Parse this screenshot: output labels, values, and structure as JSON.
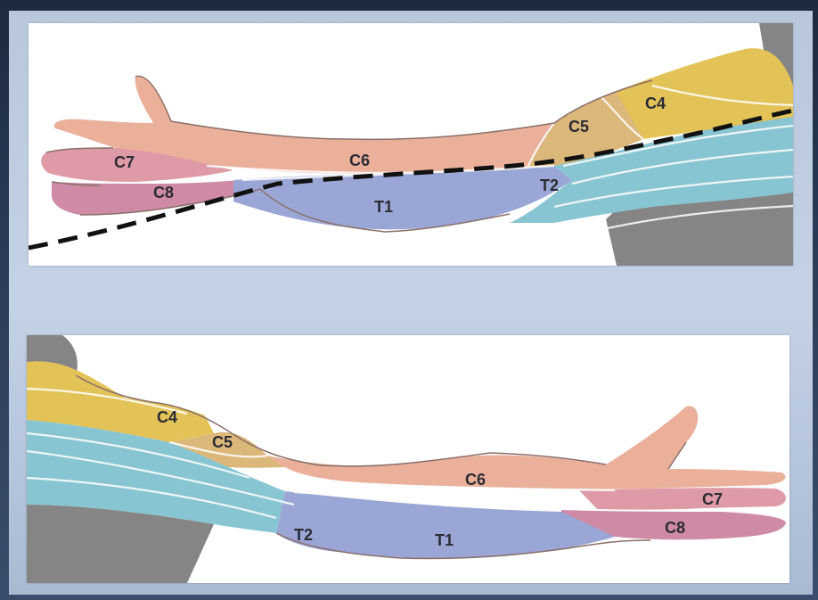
{
  "top_panel": {
    "labels": {
      "c4": "C4",
      "c5": "C5",
      "c6": "C6",
      "c7": "C7",
      "c8": "C8",
      "t1": "T1",
      "t2": "T2"
    }
  },
  "bottom_panel": {
    "labels": {
      "c4": "C4",
      "c5": "C5",
      "c6": "C6",
      "c7": "C7",
      "c8": "C8",
      "t1": "T1",
      "t2": "T2"
    }
  },
  "colors": {
    "c4": "#e3c357",
    "c5": "#dcb77a",
    "c6": "#eab09a",
    "c7": "#df9aa7",
    "c8": "#cf8ba6",
    "t1": "#9aa7d6",
    "t2": "#88c5d2",
    "trunk": "#858585",
    "dashed_line": "#111111"
  }
}
